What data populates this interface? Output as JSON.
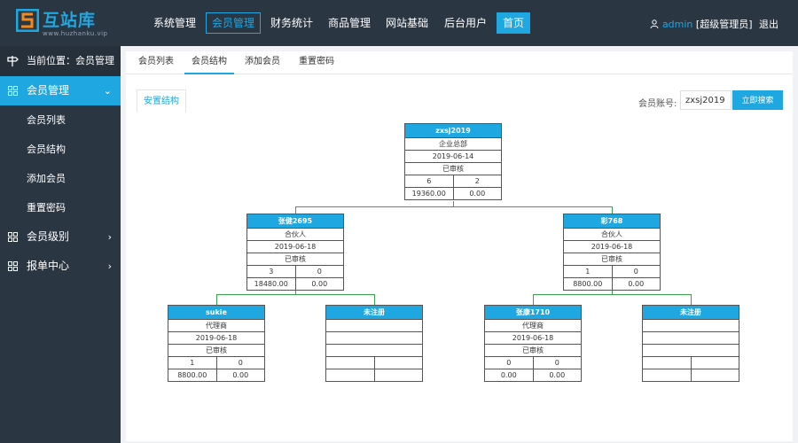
{
  "brand": {
    "name": "互站库",
    "url": "www.huzhanku.vip"
  },
  "topnav": [
    {
      "label": "系统管理",
      "active": false
    },
    {
      "label": "会员管理",
      "active": true
    },
    {
      "label": "财务统计",
      "active": false
    },
    {
      "label": "商品管理",
      "active": false
    },
    {
      "label": "网站基础",
      "active": false
    },
    {
      "label": "后台用户",
      "active": false
    },
    {
      "label": "首页",
      "active": false
    }
  ],
  "user": {
    "name": "admin",
    "role": "[超级管理员]",
    "logout": "退出"
  },
  "sidebar": {
    "crumb": "当前位置：会员管理",
    "groups": [
      {
        "label": "会员管理",
        "open": true,
        "items": [
          "会员列表",
          "会员结构",
          "添加会员",
          "重置密码"
        ]
      },
      {
        "label": "会员级别",
        "open": false,
        "items": []
      },
      {
        "label": "报单中心",
        "open": false,
        "items": []
      }
    ]
  },
  "tabs": [
    "会员列表",
    "会员结构",
    "添加会员",
    "重置密码"
  ],
  "toolbar": {
    "place_label": "安置结构",
    "search_label": "会员账号:",
    "search_value": "zxsj2019",
    "search_button": "立即搜索"
  },
  "colors": {
    "accent": "#1ea7e1",
    "topbar": "#2b3643",
    "connector": "#3aa34a"
  },
  "tree": [
    {
      "name": "zxsj2019",
      "level": "企业总部",
      "date": "2019-06-14",
      "status": "已审核",
      "left_count": "6",
      "right_count": "2",
      "left_amount": "19360.00",
      "right_amount": "0.00"
    },
    {
      "name": "张健2695",
      "level": "合伙人",
      "date": "2019-06-18",
      "status": "已审核",
      "left_count": "3",
      "right_count": "0",
      "left_amount": "18480.00",
      "right_amount": "0.00"
    },
    {
      "name": "彩768",
      "level": "合伙人",
      "date": "2019-06-18",
      "status": "已审核",
      "left_count": "1",
      "right_count": "0",
      "left_amount": "8800.00",
      "right_amount": "0.00"
    },
    {
      "name": "sukie",
      "level": "代理商",
      "date": "2019-06-18",
      "status": "已审核",
      "left_count": "1",
      "right_count": "0",
      "left_amount": "8800.00",
      "right_amount": "0.00"
    },
    {
      "name": "未注册",
      "level": "",
      "date": "",
      "status": "",
      "left_count": "",
      "right_count": "",
      "left_amount": "",
      "right_amount": ""
    },
    {
      "name": "张康1710",
      "level": "代理商",
      "date": "2019-06-18",
      "status": "已审核",
      "left_count": "0",
      "right_count": "0",
      "left_amount": "0.00",
      "right_amount": "0.00"
    },
    {
      "name": "未注册",
      "level": "",
      "date": "",
      "status": "",
      "left_count": "",
      "right_count": "",
      "left_amount": "",
      "right_amount": ""
    }
  ]
}
